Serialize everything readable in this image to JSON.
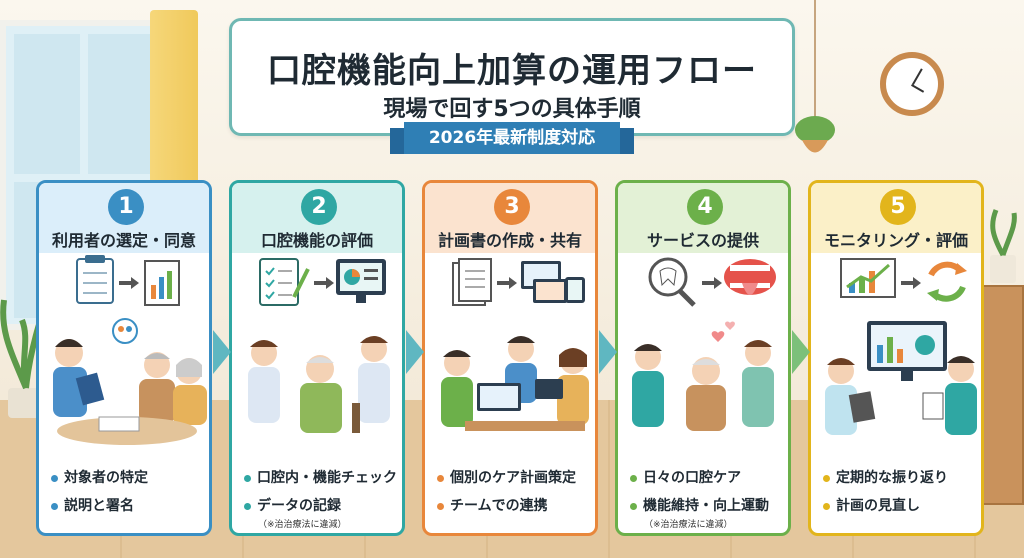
{
  "title": "口腔機能向上加算の運用フロー",
  "subtitle": "現場で回す5つの具体手順",
  "ribbon": "2026年最新制度対応",
  "steps": [
    {
      "num": "1",
      "title": "利用者の選定・同意",
      "color": "#3a8fc4",
      "bg": "#dbeefa",
      "bullets": [
        "対象者の特定",
        "説明と署名"
      ],
      "note": ""
    },
    {
      "num": "2",
      "title": "口腔機能の評価",
      "color": "#2fa7a3",
      "bg": "#d6f1ee",
      "bullets": [
        "口腔内・機能チェック",
        "データの記録"
      ],
      "note": "（※治治療法に違減）"
    },
    {
      "num": "3",
      "title": "計画書の作成・共有",
      "color": "#e8873b",
      "bg": "#fbe3cf",
      "bullets": [
        "個別のケア計画策定",
        "チームでの連携"
      ],
      "note": ""
    },
    {
      "num": "4",
      "title": "サービスの提供",
      "color": "#6cb04a",
      "bg": "#e3f1d6",
      "bullets": [
        "日々の口腔ケア",
        "機能維持・向上運動"
      ],
      "note": "（※治治療法に違減）"
    },
    {
      "num": "5",
      "title": "モニタリング・評価",
      "color": "#e2b51c",
      "bg": "#fbf0c8",
      "bullets": [
        "定期的な振り返り",
        "計画の見直し"
      ],
      "note": ""
    }
  ],
  "icons": [
    "clipboard-icon",
    "chart-icon",
    "checklist-icon",
    "monitor-icon",
    "documents-icon",
    "devices-icon",
    "magnifier-tooth-icon",
    "mouth-icon",
    "growth-chart-icon",
    "cycle-icon"
  ]
}
